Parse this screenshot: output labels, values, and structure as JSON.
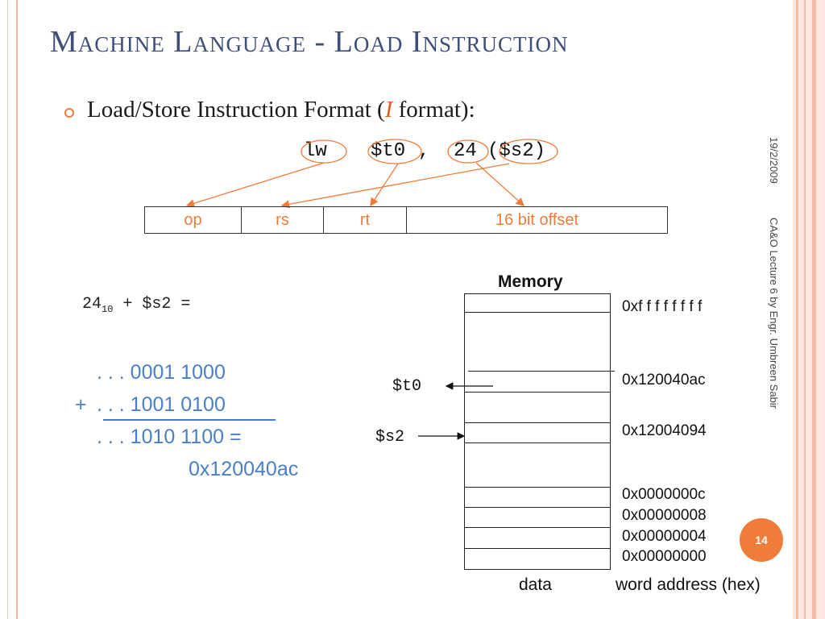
{
  "slide": {
    "title": "Machine Language - Load Instruction",
    "bullet": {
      "prefix": "Load/Store Instruction Format (",
      "italic": "I",
      "suffix": " format):"
    },
    "instruction": {
      "op": "lw",
      "rt": "$t0",
      "comma": ",",
      "imm": "24",
      "rs_paren": "($s2)"
    },
    "format_fields": [
      "op",
      "rs",
      "rt",
      "16 bit offset"
    ],
    "calc": {
      "expr_base": "24",
      "expr_sub": "10",
      "expr_rest": " + $s2 =",
      "line1": ". . . 0001 1000",
      "line2_plus": "+ ",
      "line2": ". . . 1001 0100",
      "line3": ". . . 1010 1100 =",
      "result": "0x120040ac"
    },
    "memory": {
      "title": "Memory",
      "addresses": [
        "0xf f f f f f f f",
        "0x120040ac",
        "0x12004094",
        "0x0000000c",
        "0x00000008",
        "0x00000004",
        "0x00000000"
      ],
      "registers": [
        "$t0",
        "$s2"
      ],
      "data_label": "data",
      "address_label": "word address (hex)"
    },
    "side": {
      "date": "19/2/2009",
      "lecture": "CA&O Lecture 6 by Engr. Umbreen Sabir"
    },
    "page_number": "14",
    "colors": {
      "accent": "#f07c3a",
      "title": "#3f4f78",
      "blue": "#4a7fc6"
    }
  }
}
